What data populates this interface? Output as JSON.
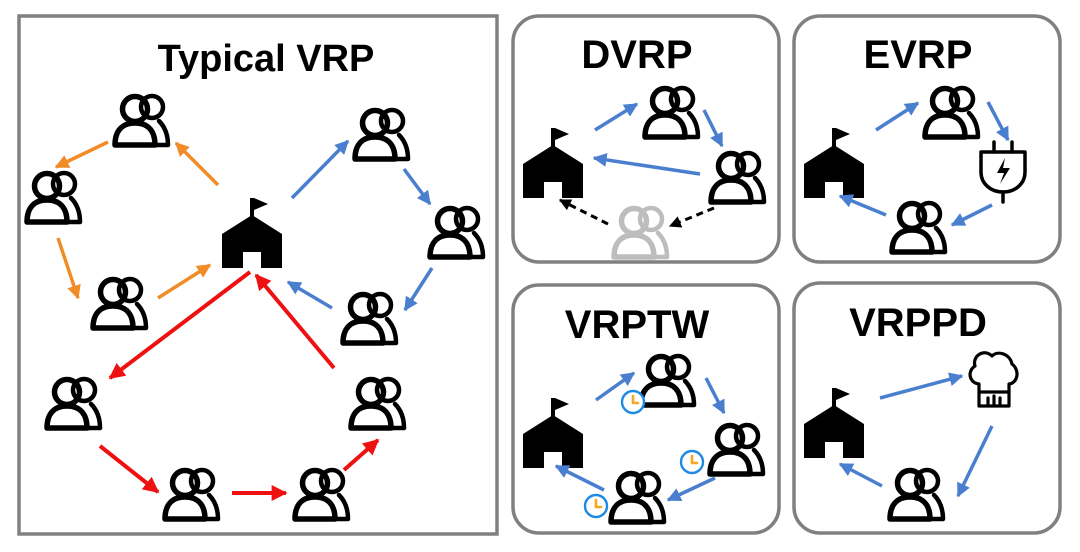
{
  "panels": {
    "typical": {
      "title": "Typical VRP"
    },
    "dvrp": {
      "title": "DVRP"
    },
    "evrp": {
      "title": "EVRP"
    },
    "vrptw": {
      "title": "VRPTW"
    },
    "vrppd": {
      "title": "VRPPD"
    }
  },
  "icons": {
    "depot": "depot-icon",
    "customer": "customer-icon",
    "dynamic_customer": "customer-icon-dynamic",
    "charging_station": "charging-plug-icon",
    "time_window": "clock-icon",
    "pickup": "chef-hat-icon"
  },
  "colors": {
    "route_orange": "#F28C28",
    "route_blue": "#4A7FD0",
    "route_red": "#EE1111",
    "dynamic_dashed": "#000000",
    "dynamic_customer": "#BDBDBD",
    "clock_ring": "#1E88E5",
    "clock_hands": "#F5A623",
    "panel_border": "#808080"
  }
}
